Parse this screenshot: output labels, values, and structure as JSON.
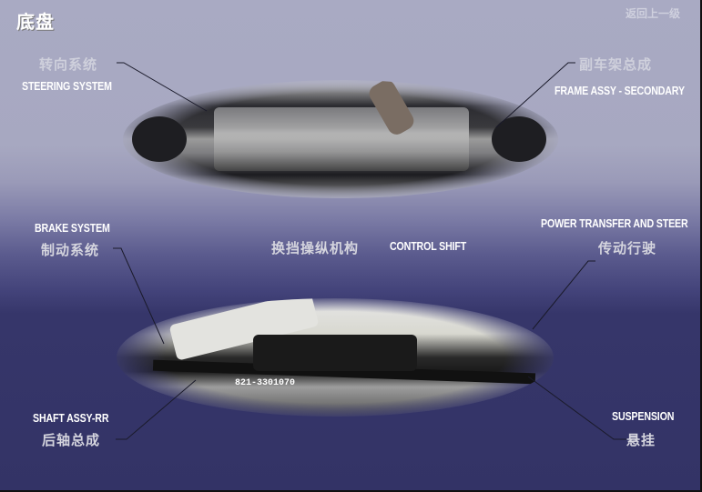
{
  "header": {
    "title": "底盘",
    "back_link": "返回上一级"
  },
  "labels": {
    "steering": {
      "cn": "转向系统",
      "en": "STEERING SYSTEM"
    },
    "frame_secondary": {
      "cn": "副车架总成",
      "en": "FRAME ASSY - SECONDARY"
    },
    "brake": {
      "cn": "制动系统",
      "en": "BRAKE SYSTEM"
    },
    "control_shift": {
      "cn": "换挡操纵机构",
      "en": "CONTROL SHIFT"
    },
    "power_transfer": {
      "cn": "传动行驶",
      "en": "POWER TRANSFER AND STEER"
    },
    "shaft_rr": {
      "cn": "后轴总成",
      "en": "SHAFT ASSY-RR"
    },
    "suspension": {
      "cn": "悬挂",
      "en": "SUSPENSION"
    }
  },
  "images": {
    "front_chassis": "front-chassis-photo",
    "rear_chassis": "rear-chassis-photo",
    "rear_axle_part_no": "821-3301070"
  },
  "colors": {
    "bg_top": "#a9aac3",
    "bg_bottom": "#333366",
    "label_en": "#ffffff",
    "label_cn": "#d5d5de"
  }
}
